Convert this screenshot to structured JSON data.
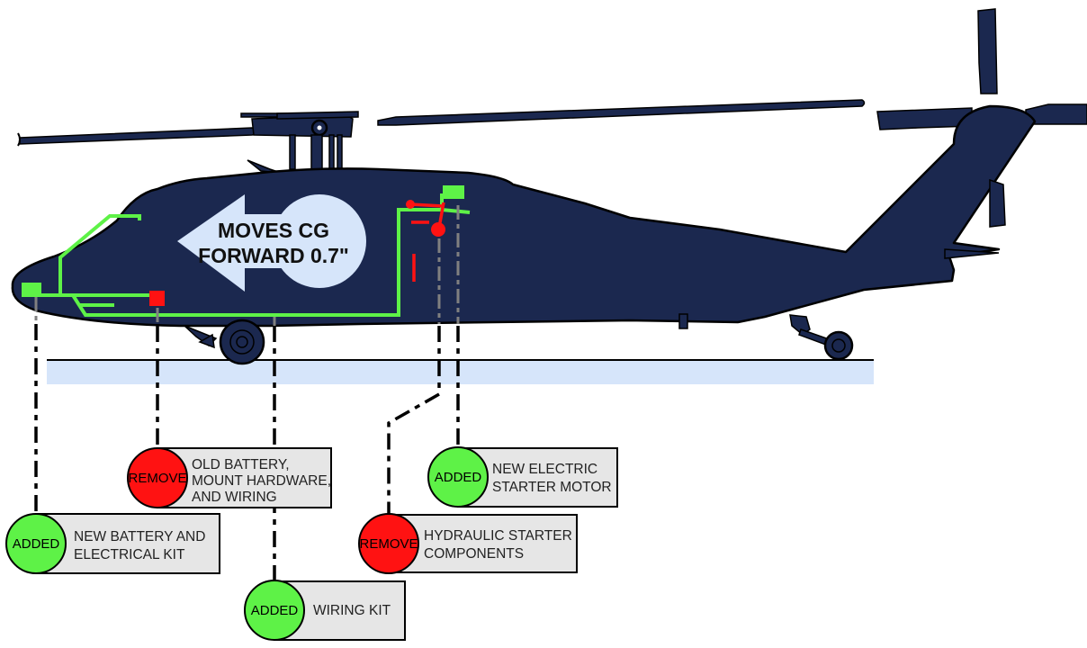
{
  "diagram": {
    "subject": "Helicopter side profile with electrical conversion modifications",
    "colors": {
      "fuselage": "#1b284f",
      "added": "#5ef247",
      "remove": "#ff1212",
      "callout_box": "#e6e6e6",
      "ground": "#d6e5fa",
      "cg_arrow": "#d6e5fa"
    },
    "cg_annotation": {
      "line1": "MOVES CG",
      "line2": "FORWARD 0.7\"",
      "direction": "forward"
    },
    "callouts": [
      {
        "id": "new-battery",
        "status": "ADDED",
        "lines": [
          "NEW BATTERY AND",
          "ELECTRICAL KIT"
        ]
      },
      {
        "id": "old-battery",
        "status": "REMOVE",
        "lines": [
          "OLD BATTERY,",
          "MOUNT HARDWARE,",
          "AND WIRING"
        ]
      },
      {
        "id": "wiring-kit",
        "status": "ADDED",
        "lines": [
          "WIRING KIT"
        ]
      },
      {
        "id": "hydraulic-starter",
        "status": "REMOVE",
        "lines": [
          "HYDRAULIC STARTER",
          "COMPONENTS"
        ]
      },
      {
        "id": "electric-starter",
        "status": "ADDED",
        "lines": [
          "NEW ELECTRIC",
          "STARTER MOTOR"
        ]
      }
    ]
  }
}
